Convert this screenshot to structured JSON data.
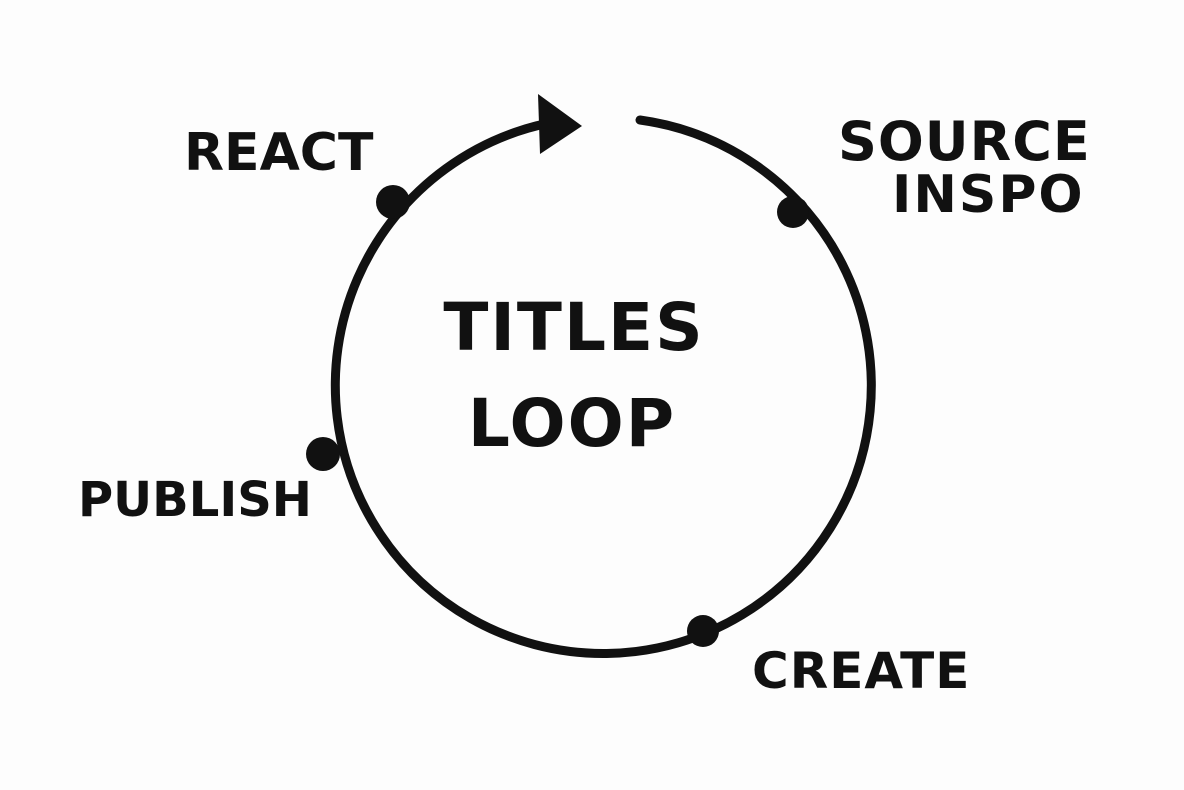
{
  "diagram": {
    "center": {
      "line1": "TITLES",
      "line2": "LOOP"
    },
    "steps": [
      {
        "label_line1": "SOURCE",
        "label_line2": "INSPO"
      },
      {
        "label_line1": "CREATE"
      },
      {
        "label_line1": "PUBLISH"
      },
      {
        "label_line1": "REACT"
      }
    ],
    "colors": {
      "ink": "#111111",
      "paper": "#fdfdfd"
    }
  }
}
